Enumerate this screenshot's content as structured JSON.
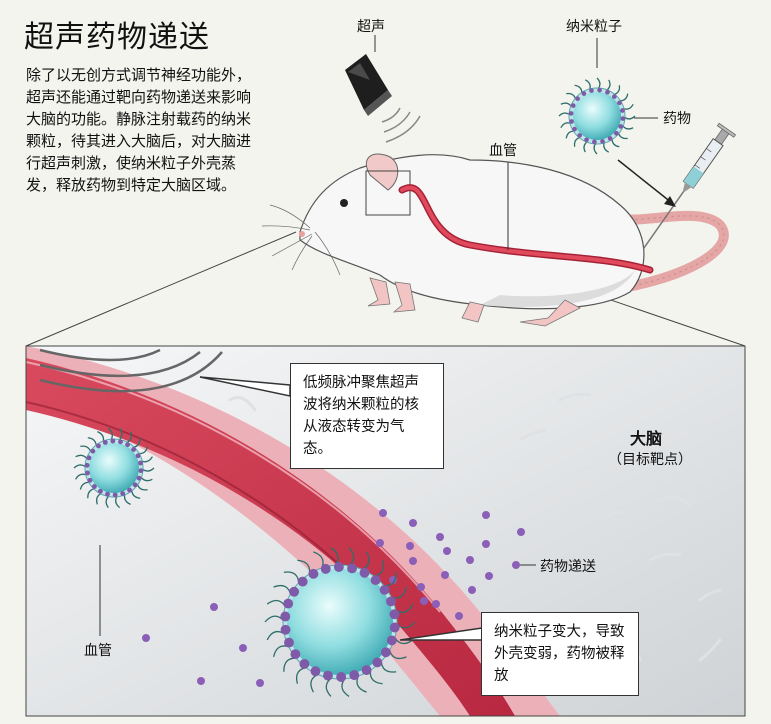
{
  "title": "超声药物递送",
  "description": "除了以无创方式调节神经功能外，超声还能通过靶向药物递送来影响大脑的功能。静脉注射载药的纳米颗粒，待其进入大脑后，对大脑进行超声刺激，使纳米粒子外壳蒸发，释放药物到特定大脑区域。",
  "labels": {
    "ultrasound": "超声",
    "nanoparticle": "纳米粒子",
    "drug": "药物",
    "blood_vessel_top": "血管",
    "blood_vessel_bottom": "血管",
    "drug_delivery": "药物递送",
    "brain_title": "大脑",
    "brain_subtitle": "（目标靶点）"
  },
  "callouts": {
    "low_freq": "低频脉冲聚焦超声波将纳米颗粒的核从液态转变为气态。",
    "particle_enlarge": "纳米粒子变大，导致外壳变弱，药物被释放"
  },
  "colors": {
    "vessel": "#c8334a",
    "vessel_wall": "#e6a0aa",
    "particle_core": "#7dd3d8",
    "particle_shell": "#7e5aa8",
    "drug_dot": "#8b5fb8",
    "tail": "#e5a6a6"
  }
}
